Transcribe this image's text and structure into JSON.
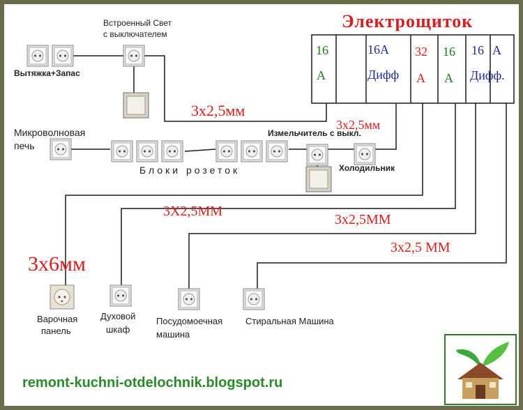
{
  "panel": {
    "title": "Электрощиток",
    "breakers": [
      {
        "top": "16",
        "bottom": "А",
        "color": "#1a7a1a"
      },
      {
        "top": "",
        "bottom": "",
        "color": "#1a7a1a"
      },
      {
        "top": "16А",
        "bottom": "Дифф",
        "color": "#1b2a8c"
      },
      {
        "top": "32",
        "bottom": "А",
        "color": "#d42020"
      },
      {
        "top": "16",
        "bottom": "А",
        "color": "#1a7a1a"
      },
      {
        "top": "16",
        "bottom": "Дифф.",
        "color": "#1b2a8c"
      },
      {
        "top": "А",
        "bottom": "",
        "color": "#1b2a8c"
      }
    ]
  },
  "labels": {
    "hood": "Вытяжка+Запас",
    "builtin_light_1": "Встроенный Свет",
    "builtin_light_2": "с выключателем",
    "microwave_1": "Микроволновая",
    "microwave_2": "печь",
    "socket_blocks": "Блоки розеток",
    "grinder": "Измельчитель с выкл.",
    "fridge": "Холодильник",
    "hob_1": "Варочная",
    "hob_2": "панель",
    "oven_1": "Духовой",
    "oven_2": "шкаф",
    "dishwasher_1": "Посудомоечная",
    "dishwasher_2": "машина",
    "washer": "Стиральная Машина"
  },
  "cables": {
    "c1": "3х2,5мм",
    "c2": "3х2,5мм",
    "c3": "3Х2,5ММ",
    "c4": "3х2,5ММ",
    "c5": "3х2,5 ММ",
    "c6": "3х6мм"
  },
  "footer": {
    "url": "remont-kuchni-otdelochnik.blogspot.ru",
    "logo": "house-leaf-logo"
  },
  "colors": {
    "wire": "#1a1a1a",
    "cable_label": "#d42020",
    "url": "#2a8a2a",
    "frame": "#6b6b4e"
  }
}
